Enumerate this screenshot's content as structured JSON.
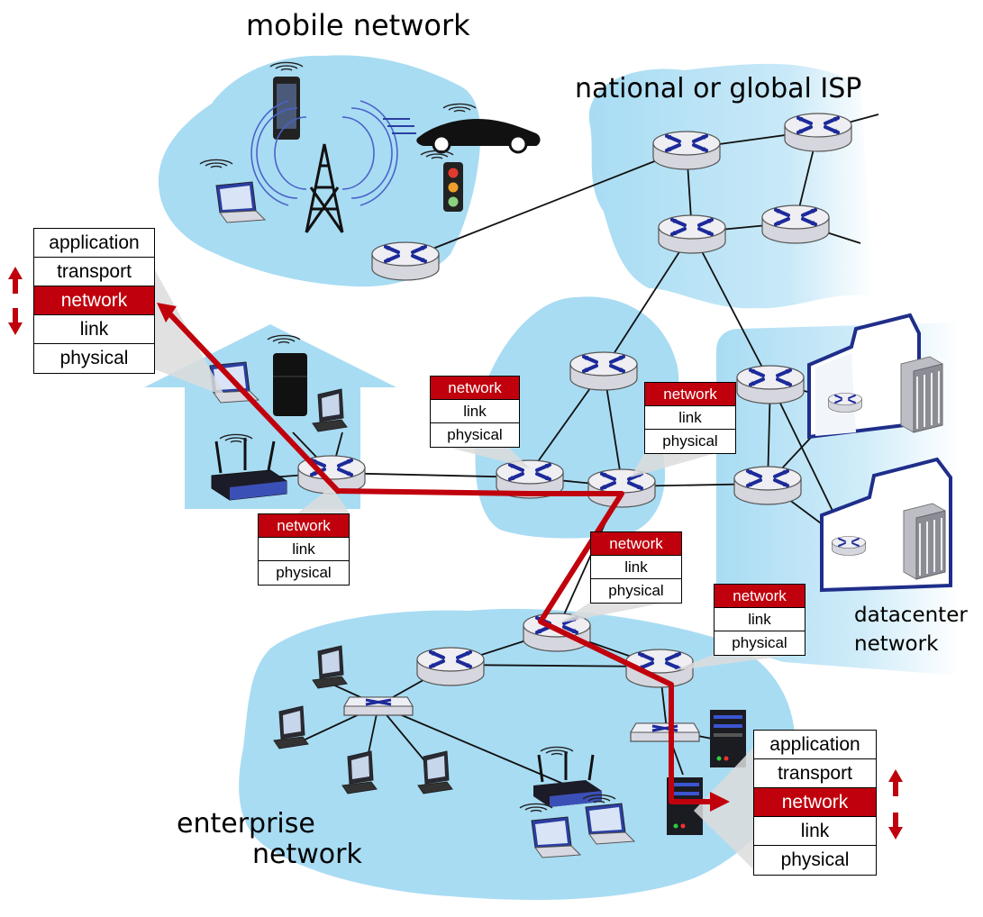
{
  "regions": {
    "mobile": "mobile network",
    "isp": "national or global ISP",
    "datacenter_line1": "datacenter",
    "datacenter_line2": "network",
    "enterprise_line1": "enterprise",
    "enterprise_line2": "network"
  },
  "host_stack_left": {
    "layers": [
      "application",
      "transport",
      "network",
      "link",
      "physical"
    ],
    "highlight": "network"
  },
  "host_stack_right": {
    "layers": [
      "application",
      "transport",
      "network",
      "link",
      "physical"
    ],
    "highlight": "network"
  },
  "router_stacks": [
    {
      "id": "home-router",
      "layers": [
        "network",
        "link",
        "physical"
      ]
    },
    {
      "id": "regional-router-1",
      "layers": [
        "network",
        "link",
        "physical"
      ]
    },
    {
      "id": "regional-router-2",
      "layers": [
        "network",
        "link",
        "physical"
      ]
    },
    {
      "id": "enterprise-core-router",
      "layers": [
        "network",
        "link",
        "physical"
      ]
    },
    {
      "id": "enterprise-edge-router",
      "layers": [
        "network",
        "link",
        "physical"
      ]
    }
  ],
  "colors": {
    "cloud": "#a8dcf3",
    "route": "#c0000c",
    "router_body": "#e9e9ee",
    "router_arrow": "#1c2a9a",
    "building": "#1f2e8a"
  }
}
